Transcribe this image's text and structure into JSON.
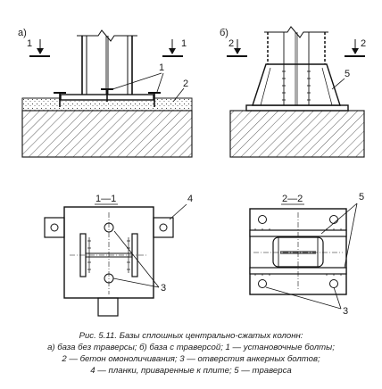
{
  "figure": {
    "panel_a_letter": "а)",
    "panel_b_letter": "б)",
    "section_a_mark": "1",
    "section_b_mark": "2",
    "section_a_title": "1—1",
    "section_b_title": "2—2",
    "callouts": {
      "c1": "1",
      "c2": "2",
      "c3": "3",
      "c4": "4",
      "c5": "5"
    }
  },
  "caption": {
    "line1": "Рис. 5.11. Базы сплошных центрально-сжатых колонн:",
    "line2": "а) база без траверсы; б) база с траверсой; 1 — установочные болты;",
    "line3": "2 — бетон омоноличивания; 3 — отверстия анкерных болтов;",
    "line4": "4 — планки, приваренные к плите; 5 — траверса"
  }
}
